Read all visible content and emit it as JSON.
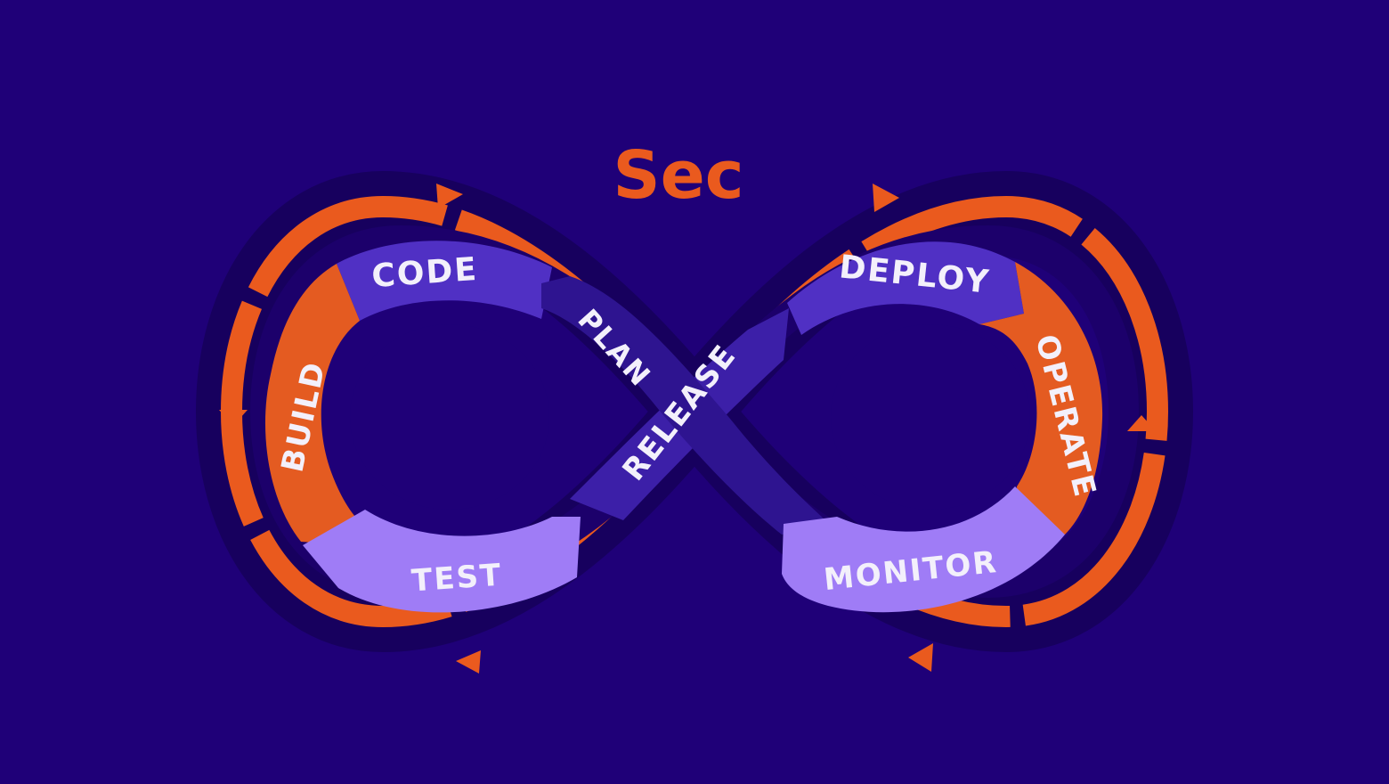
{
  "title": "Sec",
  "stages": {
    "plan": "PLAN",
    "code": "CODE",
    "build": "BUILD",
    "test": "TEST",
    "release": "RELEASE",
    "deploy": "DEPLOY",
    "operate": "OPERATE",
    "monitor": "MONITOR"
  },
  "colors": {
    "background": "#1f0078",
    "outer_ring": "#ea5a1e",
    "segment_dark": "#3c1fa8",
    "segment_mid": "#5030c4",
    "segment_light": "#9f7cf6",
    "segment_orange": "#e45b21",
    "label_text": "#f3f0fb"
  }
}
